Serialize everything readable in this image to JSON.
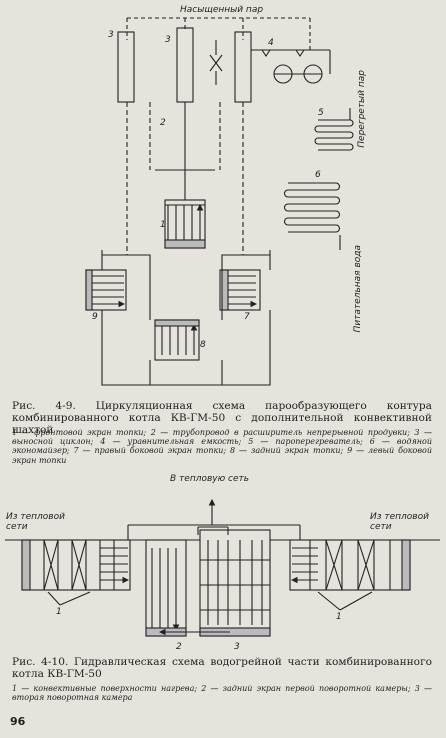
{
  "fig1": {
    "steam_label": "Насыщенный пар",
    "superheated_label": "Перегретый пар",
    "feedwater_label": "Питательная вода",
    "markers": [
      "1",
      "2",
      "3",
      "3",
      "4",
      "5",
      "6",
      "7",
      "8",
      "9"
    ],
    "caption": "Рис. 4-9. Циркуляционная схема парообразующего контура комбинированного котла КВ-ГМ-50 с дополнительной конвективной шахтой",
    "legend": "1 — фронтовой экран топки; 2 — трубопровод в расширитель непрерывной продувки; 3 — выносной циклон; 4 — уравнительная емкость; 5 — пароперегреватель; 6 — водяной экономайзер; 7 — правый боковой экран топки; 8 — задний экран топки; 9 — левый боковой экран топки"
  },
  "fig2": {
    "to_network": "В тепловую сеть",
    "from_network_left": "Из тепловой сети",
    "from_network_right": "Из тепловой сети",
    "markers": [
      "1",
      "1",
      "2",
      "3"
    ],
    "caption": "Рис. 4-10. Гидравлическая схема водогрейной части комбинированного котла КВ-ГМ-50",
    "legend": "1 — конвективные поверхности нагрева; 2 — задний экран первой поворотной камеры; 3 — вторая поворотная камера"
  },
  "page_number": "96"
}
